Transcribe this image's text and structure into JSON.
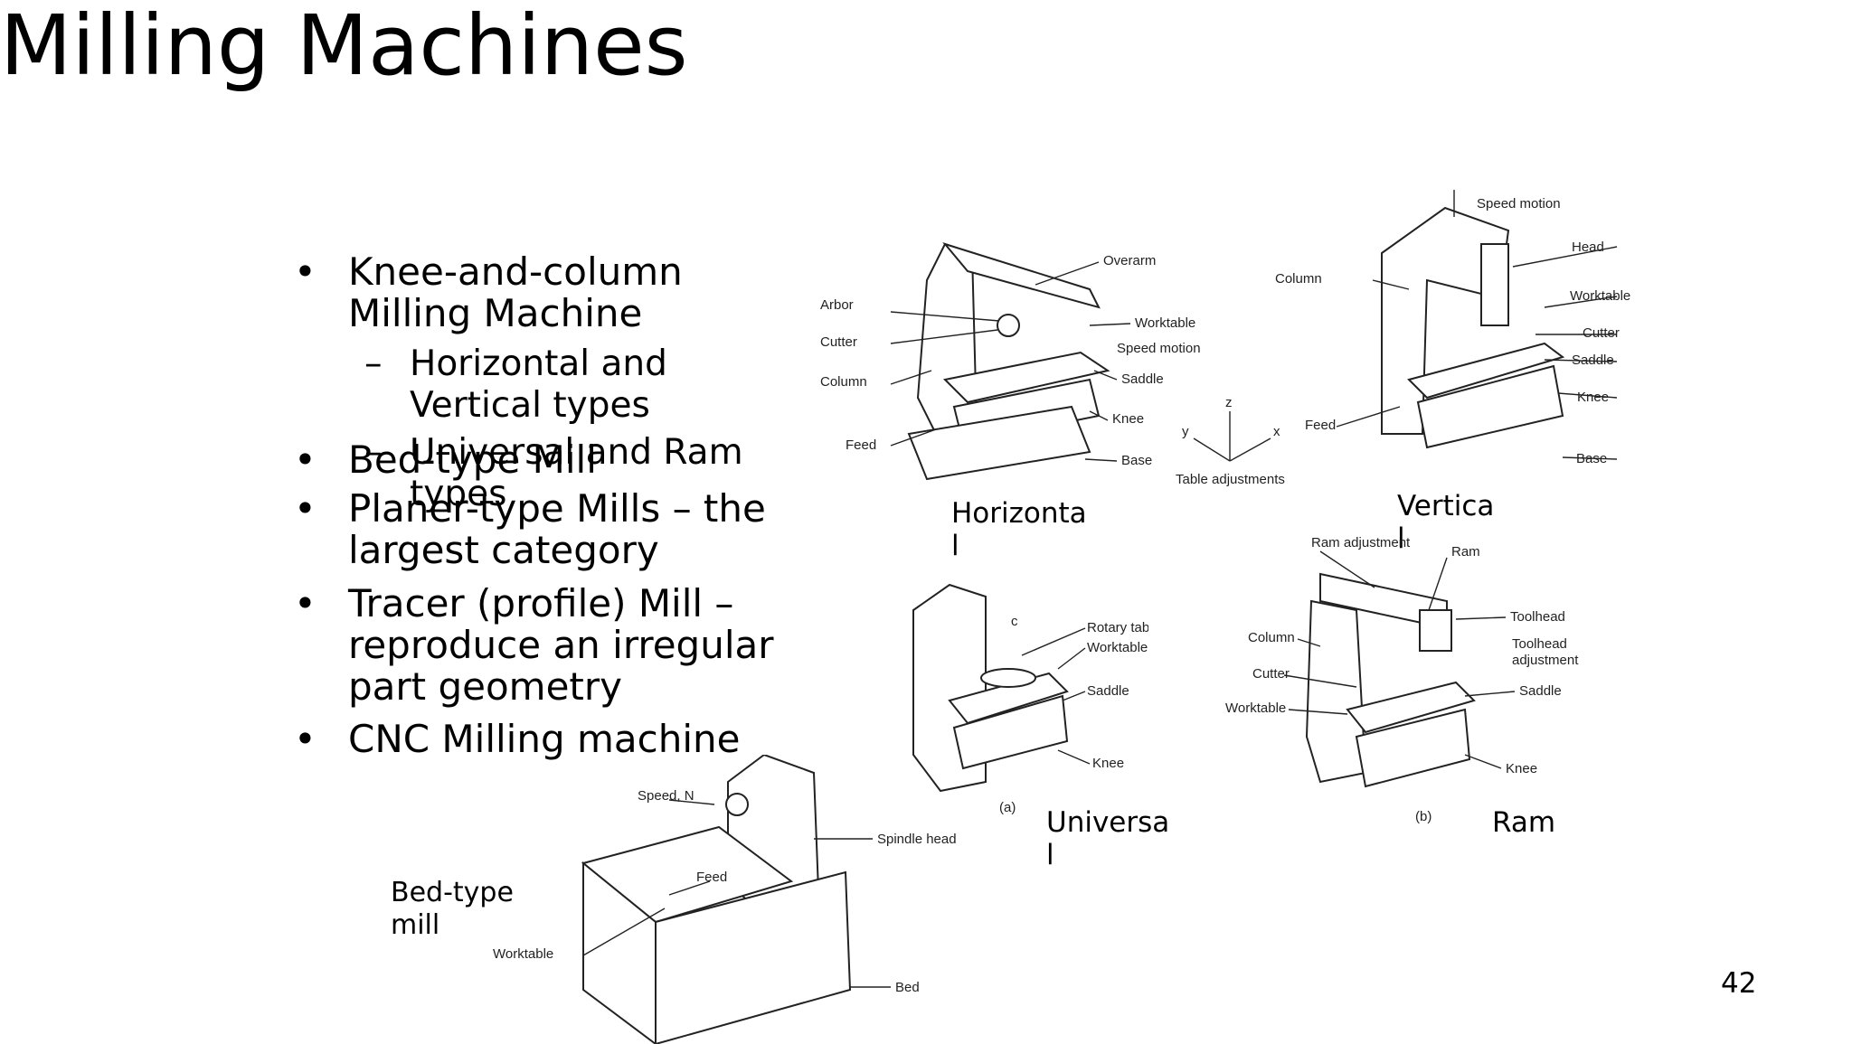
{
  "slide": {
    "title": "Milling Machines",
    "page_number": "42",
    "bullets": [
      {
        "text": "Knee-and-column\nMilling Machine"
      },
      {
        "text": "Bed-type Mill"
      },
      {
        "text": "Planer-type Mills – the\nlargest category"
      },
      {
        "text": "Tracer (profile) Mill –\nreproduce an irregular\npart geometry"
      },
      {
        "text": "CNC Milling machine"
      }
    ],
    "sub_bullets": [
      {
        "text": "Horizontal and\nVertical types"
      },
      {
        "text": "Universal and Ram\ntypes"
      }
    ],
    "captions": {
      "horizontal": "Horizonta\nl",
      "vertical": "Vertica\nl",
      "universal": "Universa\nl",
      "ram": "Ram",
      "bed": "Bed-type\nmill"
    }
  },
  "figures": {
    "horizontal": {
      "labels": [
        "Arbor",
        "Cutter",
        "Column",
        "Feed",
        "Overarm",
        "Worktable",
        "Speed motion",
        "Saddle",
        "Knee",
        "Base"
      ]
    },
    "vertical": {
      "labels": [
        "Speed motion",
        "Head",
        "Column",
        "Worktable",
        "Cutter",
        "Saddle",
        "Knee",
        "Feed",
        "Base"
      ]
    },
    "table_adjustments": {
      "labels": [
        "z",
        "y",
        "x",
        "Table adjustments"
      ]
    },
    "universal": {
      "labels": [
        "c",
        "Rotary table",
        "Worktable",
        "Saddle",
        "Knee",
        "(a)"
      ]
    },
    "ram": {
      "labels": [
        "Ram adjustment",
        "Ram",
        "Toolhead",
        "Toolhead\nadjustment",
        "Column",
        "Cutter",
        "Worktable",
        "Saddle",
        "Knee",
        "(b)"
      ]
    },
    "bed": {
      "labels": [
        "Speed, N",
        "Spindle head",
        "Feed",
        "Worktable",
        "Bed"
      ]
    }
  }
}
